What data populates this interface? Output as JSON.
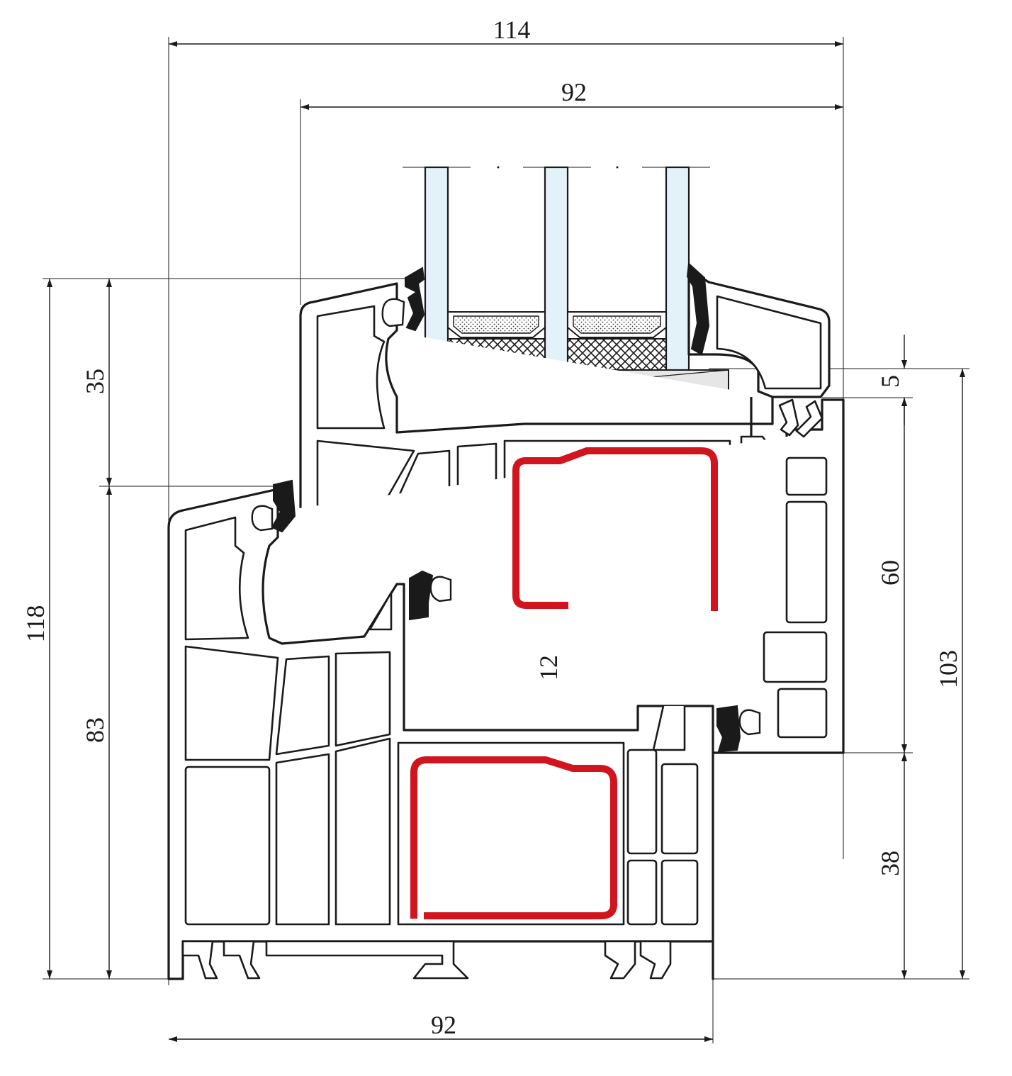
{
  "drawing": {
    "dimensions": {
      "top_width": "114",
      "sash_width": "92",
      "bottom_width": "92",
      "total_height": "118",
      "upper_height": "35",
      "lower_height": "83",
      "right_gap": "5",
      "sash_height": "60",
      "frame_height": "103",
      "overlap": "12",
      "frame_depth": "38"
    },
    "colors": {
      "reinforcement": "#d2141e",
      "glass": "#e3f1f8",
      "line": "#1a1a1a",
      "spacer_block": "#e6e6e6"
    }
  }
}
